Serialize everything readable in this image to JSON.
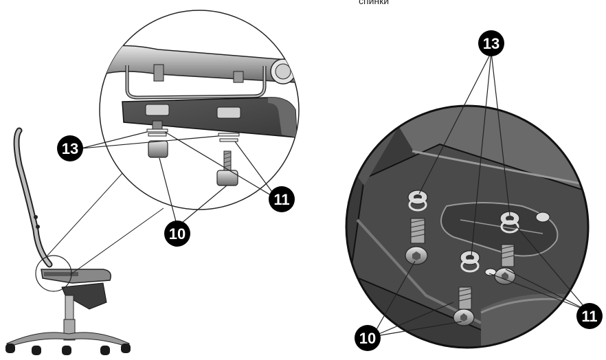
{
  "top_text": "спинки",
  "callouts": {
    "left_13": "13",
    "left_10": "10",
    "left_11": "11",
    "right_13": "13",
    "right_10": "10",
    "right_11": "11"
  },
  "colors": {
    "callout_bg": "#000000",
    "callout_text": "#ffffff",
    "line": "#222222",
    "metal_dark": "#4a4a4a",
    "metal_mid": "#8c8c8c",
    "metal_light": "#d8d8d8"
  }
}
